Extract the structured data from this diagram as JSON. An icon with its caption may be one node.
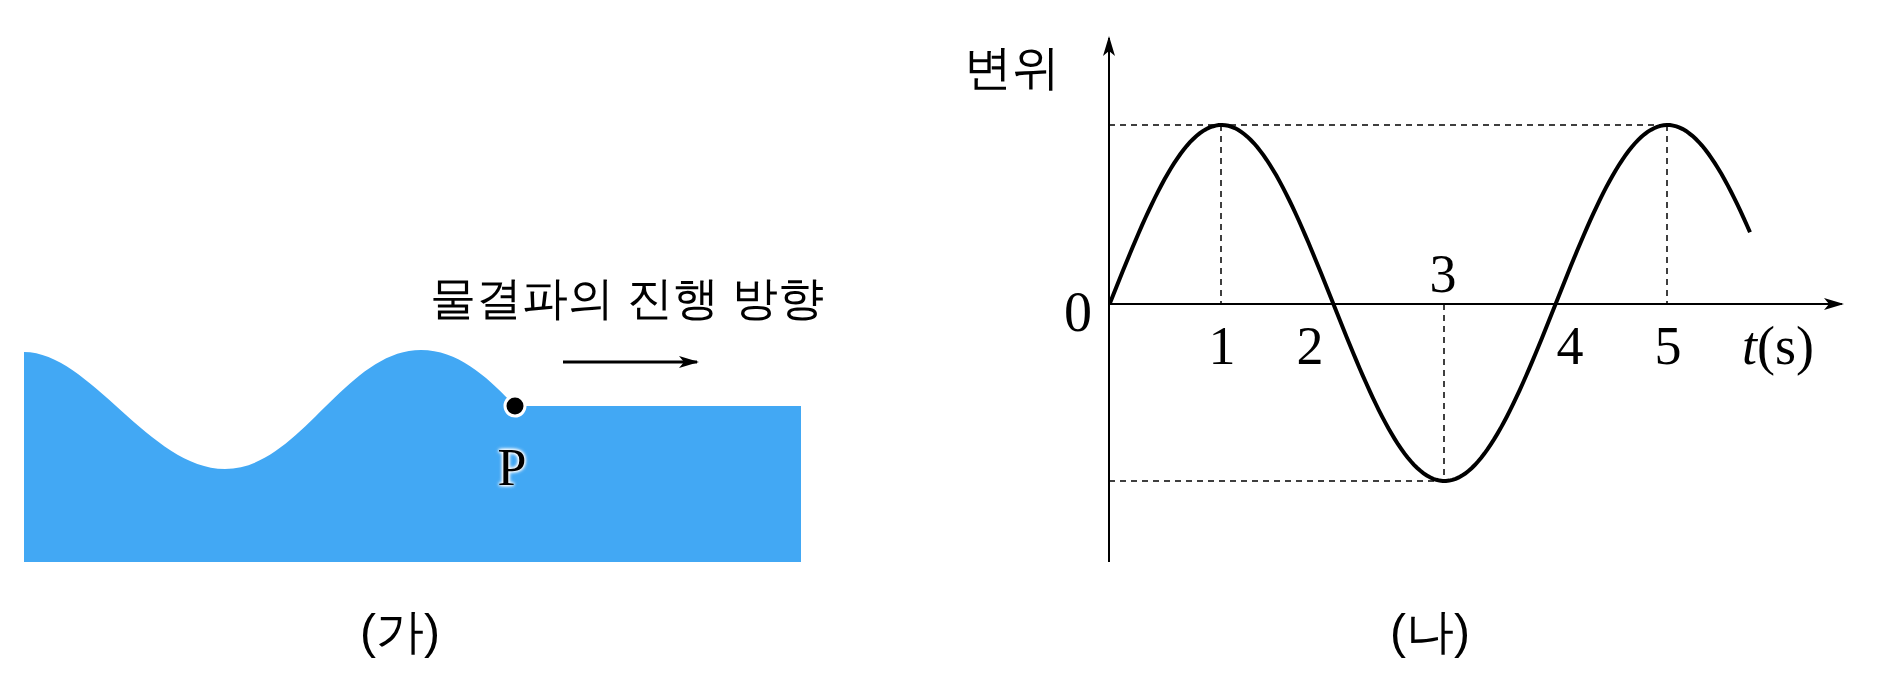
{
  "diagram": {
    "labels": [
      "물결파의 진행 방향",
      "P",
      "(가)",
      "변위",
      "0",
      "1",
      "2",
      "3",
      "4",
      "5",
      "*t*(s)",
      "(나)"
    ]
  }
}
